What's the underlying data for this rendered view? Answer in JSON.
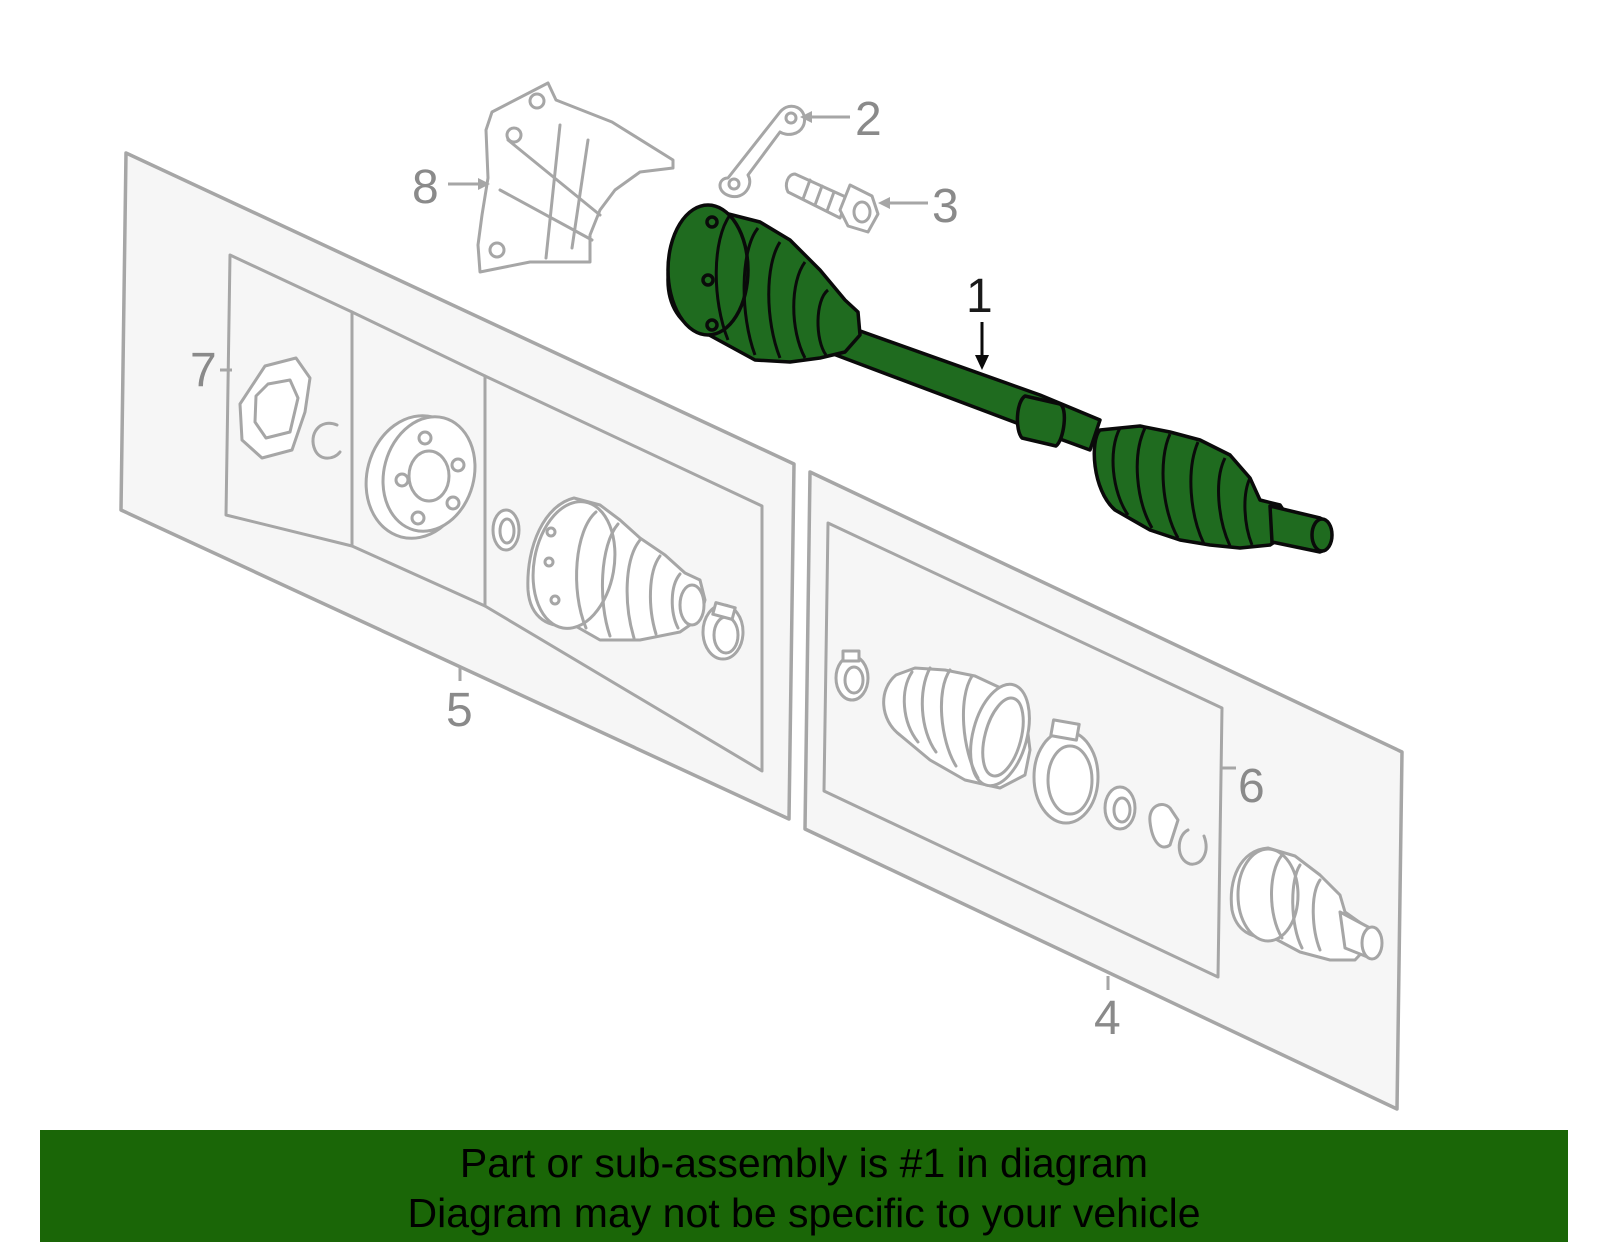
{
  "callouts": {
    "c1": "1",
    "c2": "2",
    "c3": "3",
    "c4": "4",
    "c5": "5",
    "c6": "6",
    "c7": "7",
    "c8": "8"
  },
  "banner": {
    "line1": "Part or sub-assembly is #1 in diagram",
    "line2": "Diagram may not be specific to your vehicle"
  },
  "colors": {
    "highlight_part": "#1f6b1f",
    "banner_background": "#1a6607",
    "line_art": "#a6a6a6"
  }
}
